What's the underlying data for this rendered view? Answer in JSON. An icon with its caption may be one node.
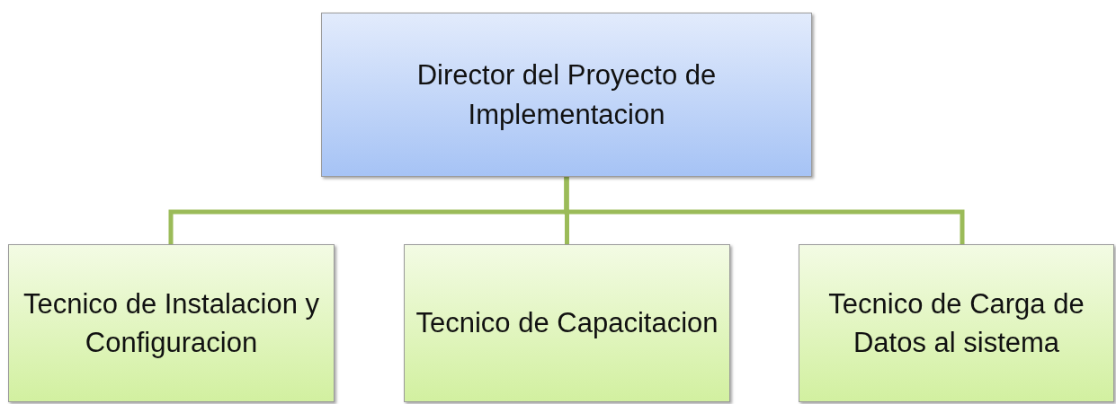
{
  "diagram": {
    "nodes": [
      {
        "text": [
          "Director del Proyecto de Implementacion"
        ]
      },
      {
        "text": [
          "Tecnico de Instalacion y Configuracion"
        ]
      },
      {
        "text": [
          "Tecnico de Capacitacion"
        ]
      },
      {
        "text": [
          "Tecnico de Carga de Datos al sistema"
        ]
      }
    ],
    "edges": [
      {
        "from": 0,
        "to": 1,
        "arrow": "none"
      },
      {
        "from": 0,
        "to": 2,
        "arrow": "none"
      },
      {
        "from": 0,
        "to": 3,
        "arrow": "none"
      }
    ]
  }
}
